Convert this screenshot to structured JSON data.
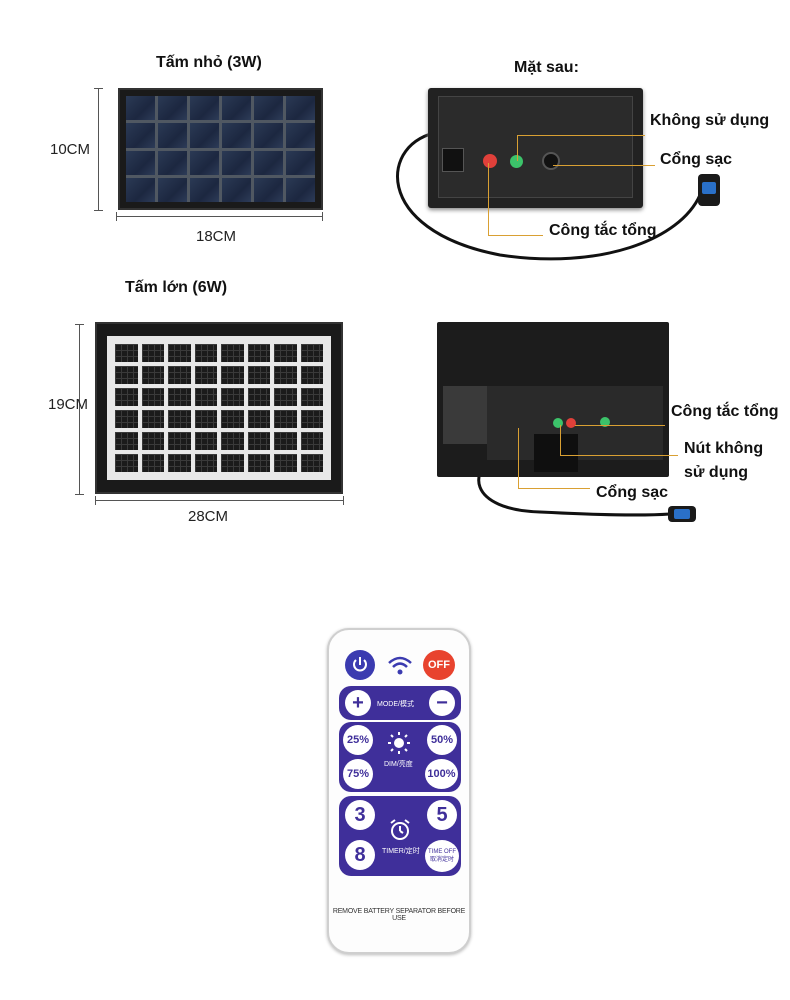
{
  "small_panel": {
    "title": "Tấm nhỏ (3W)",
    "height": "10CM",
    "width": "18CM"
  },
  "large_panel": {
    "title": "Tấm lớn (6W)",
    "height": "19CM",
    "width": "28CM"
  },
  "back_small": {
    "title": "Mặt sau:",
    "not_used": "Không sử dụng",
    "charge_port": "Cổng sạc",
    "main_switch": "Công tắc tổng"
  },
  "back_large": {
    "main_switch": "Công tắc tổng",
    "unused_button_line1": "Nút không",
    "unused_button_line2": "sử dụng",
    "charge_port": "Cổng sạc"
  },
  "remote": {
    "off": "OFF",
    "plus": "+",
    "minus": "−",
    "mode": "MODE/模式",
    "b25": "25%",
    "b50": "50%",
    "b75": "75%",
    "b100": "100%",
    "dim": "DIM/亮度",
    "t3": "3",
    "t5": "5",
    "t8": "8",
    "timer": "TIMER/定时",
    "time_off_1": "TIME OFF",
    "time_off_2": "取消定时",
    "footer": "REMOVE BATTERY SEPARATOR BEFORE USE"
  },
  "colors": {
    "accent_line": "#d9a033",
    "remote_purple": "#3f2f9a",
    "off_red": "#e8432e",
    "power_blue": "#3b3bb0"
  }
}
